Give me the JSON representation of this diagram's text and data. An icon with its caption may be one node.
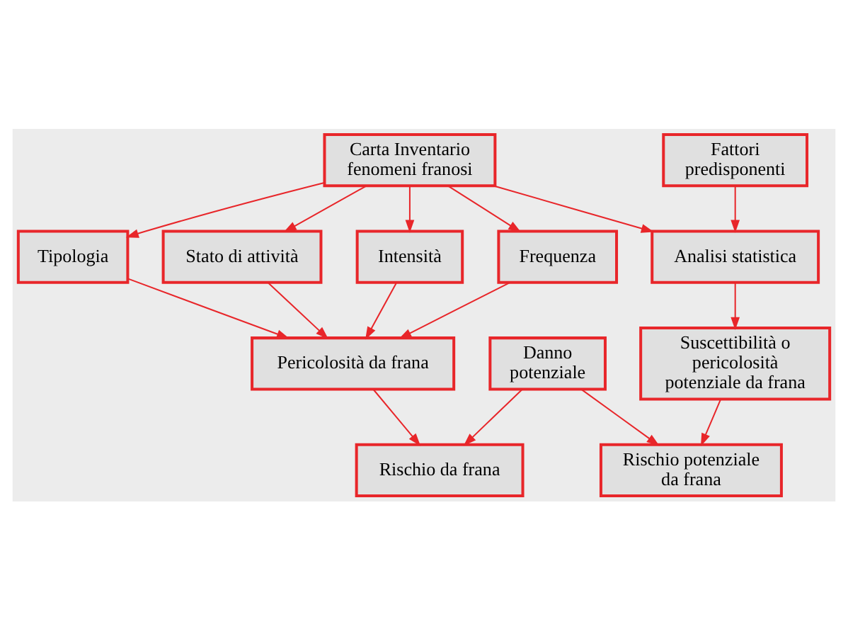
{
  "diagram": {
    "nodes": [
      {
        "text": [
          "Carta Inventario fenomeni franosi"
        ]
      },
      {
        "text": [
          "Fattori predisponenti"
        ]
      },
      {
        "text": [
          "Tipologia"
        ]
      },
      {
        "text": [
          "Stato di attività"
        ]
      },
      {
        "text": [
          "Analisi statistica"
        ]
      },
      {
        "text": [
          "Intensità"
        ]
      },
      {
        "text": [
          "Frequenza"
        ]
      },
      {
        "text": [
          "Suscettibilità o pericolosità potenziale da frana"
        ]
      },
      {
        "text": [
          "Pericolosità da frana"
        ]
      },
      {
        "text": [
          "Danno potenziale"
        ]
      },
      {
        "text": [
          "Rischio da frana"
        ]
      },
      {
        "text": [
          "Rischio potenziale da frana"
        ]
      }
    ],
    "edges": [
      {
        "from": 0,
        "to": 2,
        "arrow": "to"
      },
      {
        "from": 0,
        "to": 3,
        "arrow": "to"
      },
      {
        "from": 0,
        "to": 5,
        "arrow": "to"
      },
      {
        "from": 0,
        "to": 6,
        "arrow": "to"
      },
      {
        "from": 0,
        "to": 4,
        "arrow": "to"
      },
      {
        "from": 1,
        "to": 4,
        "arrow": "to"
      },
      {
        "from": 2,
        "to": 8,
        "arrow": "to"
      },
      {
        "from": 5,
        "to": 8,
        "arrow": "to"
      },
      {
        "from": 6,
        "to": 8,
        "arrow": "to"
      },
      {
        "from": 3,
        "to": 8,
        "arrow": "to"
      },
      {
        "from": 4,
        "to": 7,
        "arrow": "to"
      },
      {
        "from": 8,
        "to": 10,
        "arrow": "to"
      },
      {
        "from": 9,
        "to": 10,
        "arrow": "to"
      },
      {
        "from": 9,
        "to": 11,
        "arrow": "to"
      },
      {
        "from": 7,
        "to": 11,
        "arrow": "to"
      }
    ]
  }
}
